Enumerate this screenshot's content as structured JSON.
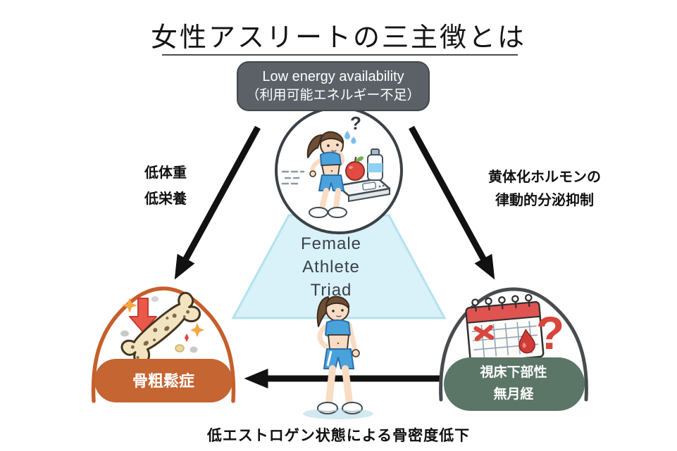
{
  "title": "女性アスリートの三主徴とは",
  "energy_box": {
    "line1": "Low energy availability",
    "line2": "（利用可能エネルギー不足）"
  },
  "labels": {
    "left": {
      "line1": "低体重",
      "line2": "低栄養"
    },
    "right": {
      "line1": "黄体化ホルモンの",
      "line2": "律動的分泌抑制"
    },
    "bottom_caption": "低エストロゲン状態による骨密度低下"
  },
  "triad": {
    "line1": "Female",
    "line2": "Athlete",
    "line3": "Triad"
  },
  "nodes": {
    "osteoporosis": {
      "label": "骨粗鬆症"
    },
    "amenorrhea": {
      "line1": "視床下部性",
      "line2": "無月経"
    }
  },
  "icons": {
    "question_mark": "?",
    "athlete_on_scale": "athlete-weighing-scene-icon",
    "porous_bone": "osteoporosis-bone-icon",
    "density_down_arrow": "red-down-arrow-icon",
    "calendar_missed_period": "calendar-x-icon",
    "blood_drop": "blood-drop-icon",
    "standing_athlete": "female-athlete-icon"
  },
  "colors": {
    "box_gray": "#5b6167",
    "beam_blue": "#d9f1f8",
    "arch_orange": "#c55f2b",
    "pill_orange": "#c56532",
    "arch_gray": "#494c4e",
    "pill_green": "#5b7567",
    "accent_red": "#d9463c",
    "outfit_blue": "#4aa2dd",
    "arrow_black": "#111111"
  }
}
